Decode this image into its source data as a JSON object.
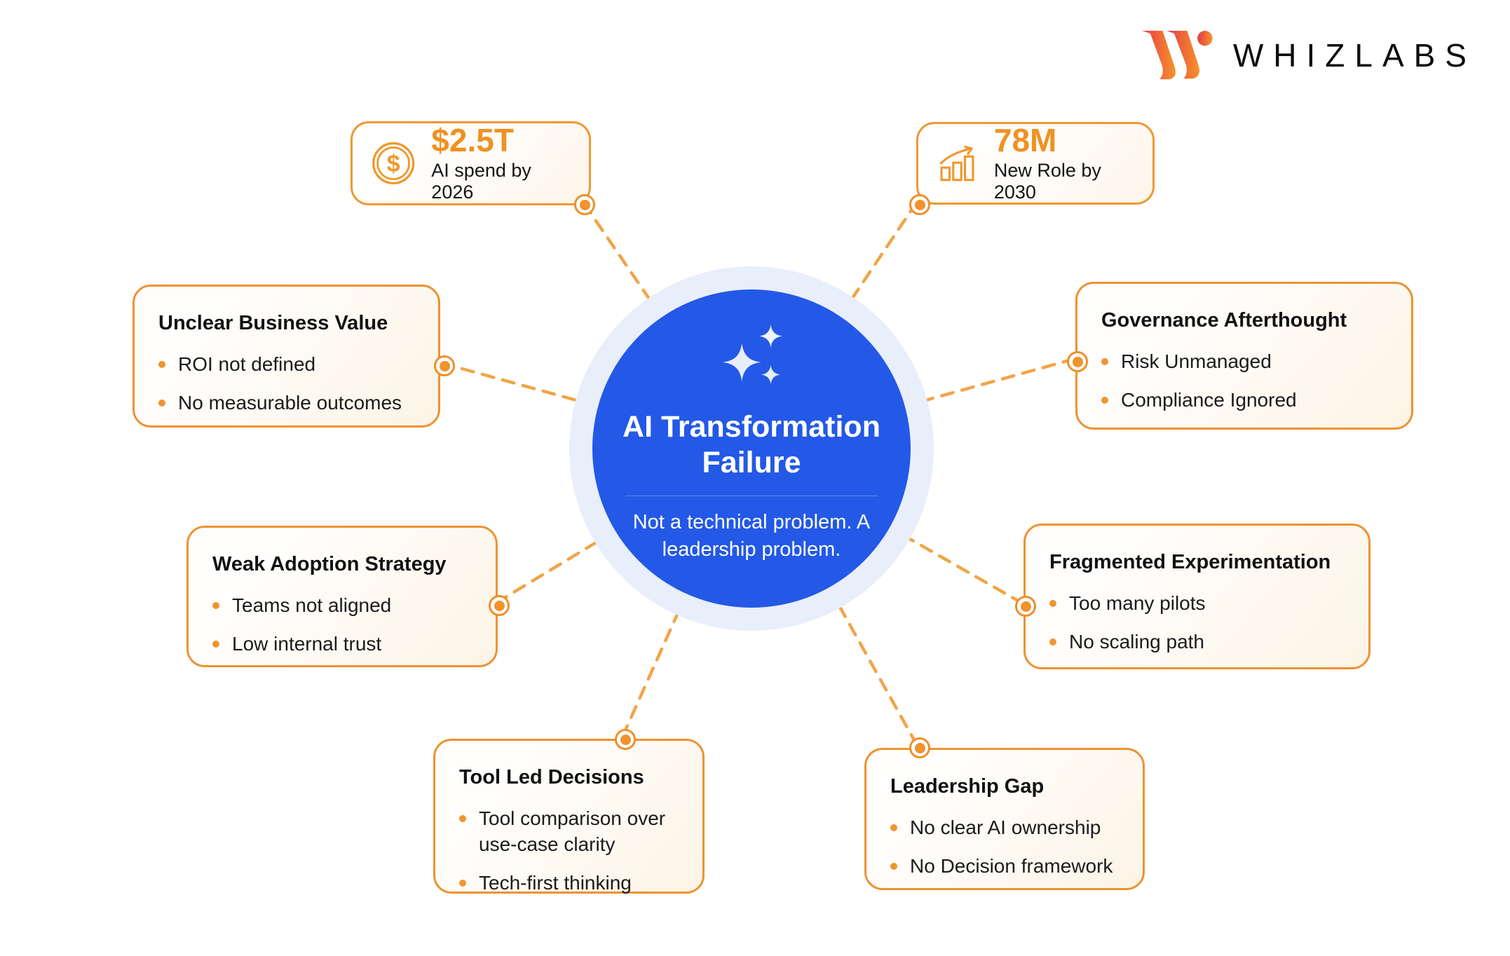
{
  "logo": {
    "brand": "WHIZLABS"
  },
  "center": {
    "title": "AI Transformation Failure",
    "subtitle": "Not a technical problem. A leadership problem."
  },
  "stats": [
    {
      "value": "$2.5T",
      "label": "AI spend by 2026",
      "icon": "dollar-coin-icon"
    },
    {
      "value": "78M",
      "label": "New Role by 2030",
      "icon": "growth-chart-icon"
    }
  ],
  "boxes": [
    {
      "title": "Unclear Business Value",
      "bullets": [
        "ROI not defined",
        "No measurable outcomes"
      ]
    },
    {
      "title": "Governance Afterthought",
      "bullets": [
        "Risk Unmanaged",
        "Compliance Ignored"
      ]
    },
    {
      "title": "Weak Adoption Strategy",
      "bullets": [
        "Teams not aligned",
        "Low internal trust"
      ]
    },
    {
      "title": "Fragmented Experimentation",
      "bullets": [
        "Too many pilots",
        "No scaling path"
      ]
    },
    {
      "title": "Tool Led Decisions",
      "bullets": [
        "Tool comparison over use-case clarity",
        "Tech-first thinking"
      ]
    },
    {
      "title": "Leadership Gap",
      "bullets": [
        "No clear AI ownership",
        "No Decision framework"
      ]
    }
  ],
  "colors": {
    "accent_orange": "#F09122",
    "border_orange": "#EE9231",
    "dash_orange": "#F2A448",
    "core_blue": "#2359E6",
    "halo_blue": "#E9EEFB",
    "card_cream": "#FCF4E6",
    "text_dark": "#141414"
  }
}
